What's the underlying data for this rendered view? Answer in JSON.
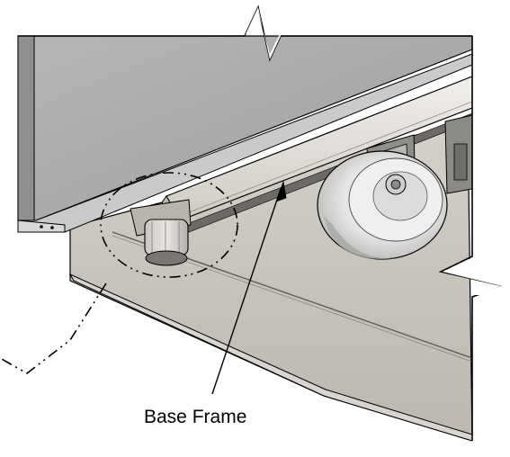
{
  "callouts": {
    "base_frame": "Base Frame"
  },
  "colors": {
    "panel_gray": "#a9aaab",
    "frame_beige": "#c7c3bc",
    "rail_light": "#e6e4e0",
    "caster_light": "#ebebea",
    "outline": "#000000",
    "background": "#ffffff"
  },
  "icons": [
    "leveling-foot",
    "caster-wheel",
    "detail-circle",
    "break-lines"
  ]
}
